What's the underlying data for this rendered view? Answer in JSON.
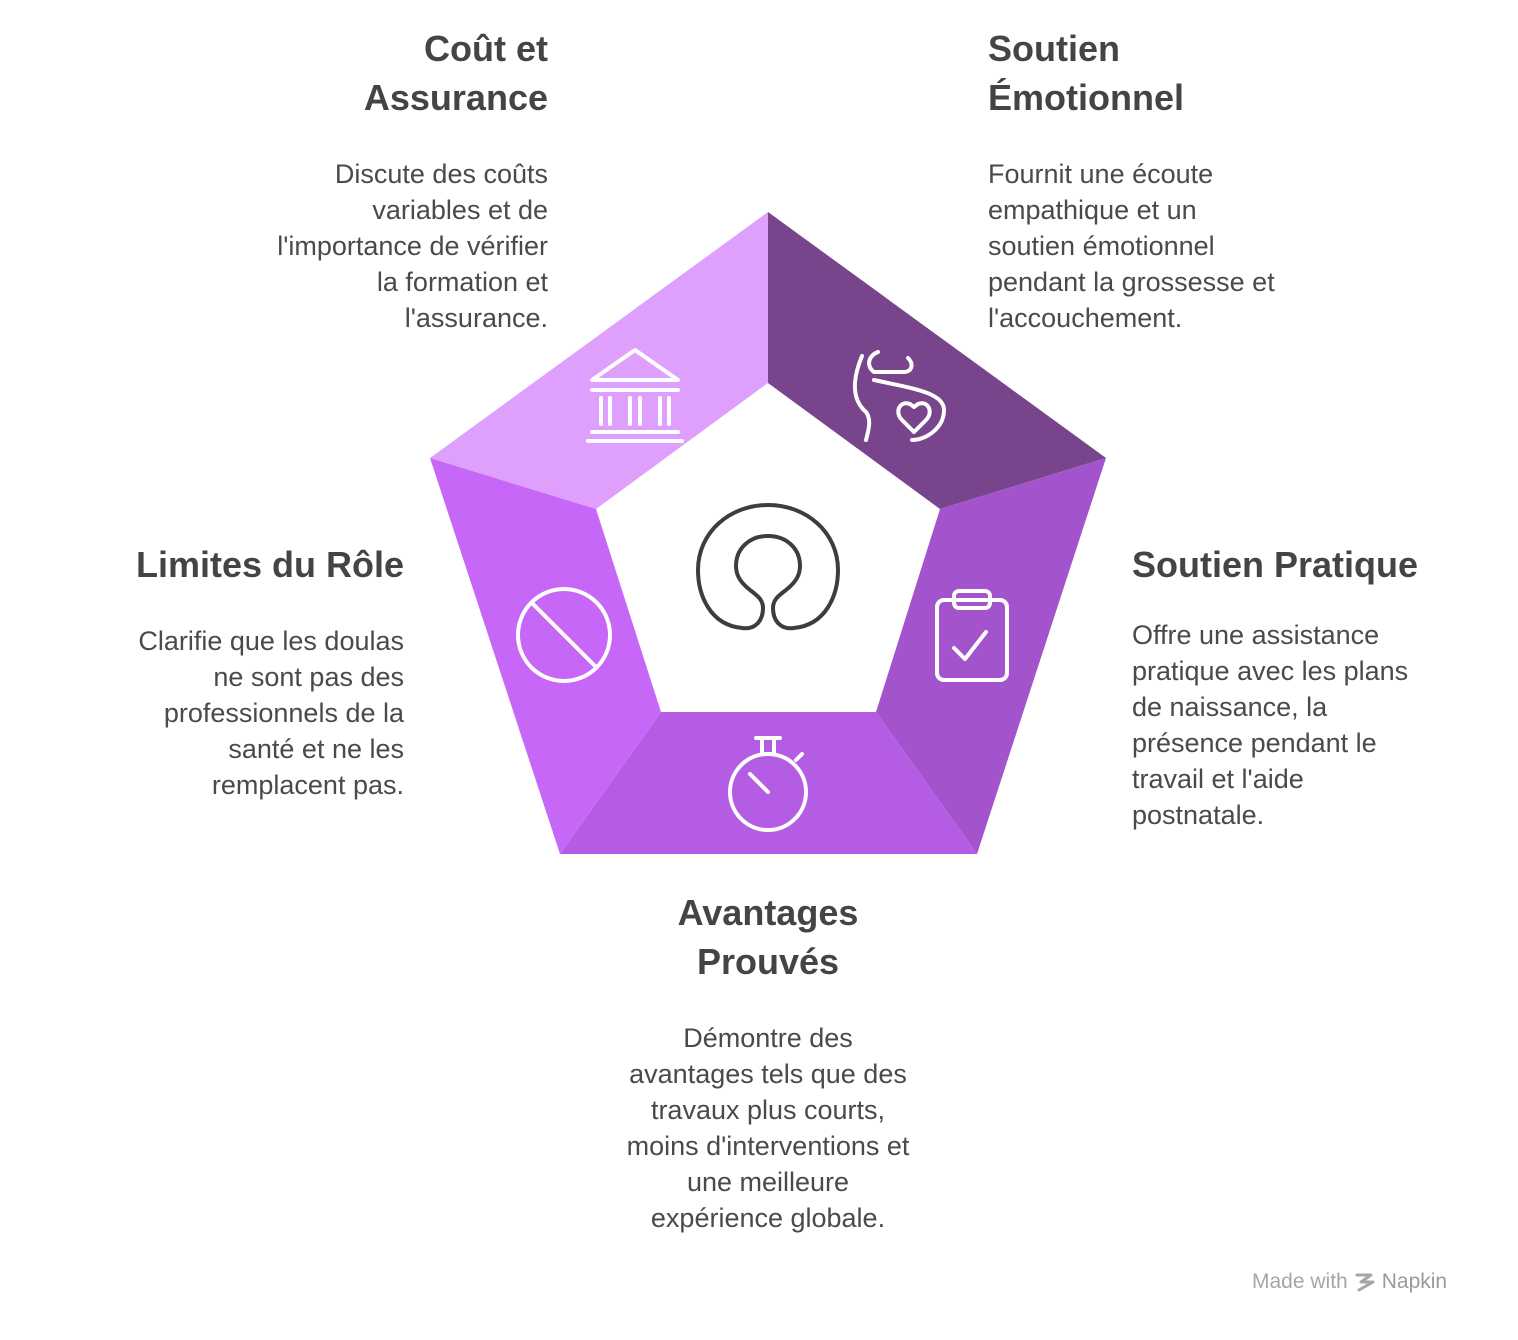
{
  "sections": {
    "cost": {
      "title_line1": "Coût et",
      "title_line2": "Assurance",
      "desc": [
        "Discute des coûts",
        "variables et de",
        "l'importance de vérifier",
        "la formation et",
        "l'assurance."
      ],
      "icon": "bank-icon",
      "color": "#dfa0fd"
    },
    "emotional": {
      "title_line1": "Soutien",
      "title_line2": "Émotionnel",
      "desc": [
        "Fournit une écoute",
        "empathique et un",
        "soutien émotionnel",
        "pendant la grossesse et",
        "l'accouchement."
      ],
      "icon": "pregnancy-heart-icon",
      "color": "#78458d"
    },
    "practical": {
      "title": "Soutien Pratique",
      "desc": [
        "Offre une assistance",
        "pratique avec les plans",
        "de naissance, la",
        "présence pendant le",
        "travail et l'aide",
        "postnatale."
      ],
      "icon": "clipboard-check-icon",
      "color": "#a354cc"
    },
    "benefits": {
      "title_line1": "Avantages",
      "title_line2": "Prouvés",
      "desc": [
        "Démontre des",
        "avantages tels que des",
        "travaux plus courts,",
        "moins d'interventions et",
        "une meilleure",
        "expérience globale."
      ],
      "icon": "stopwatch-icon",
      "color": "#b55ce5"
    },
    "limits": {
      "title": "Limites du Rôle",
      "desc": [
        "Clarifie que les doulas",
        "ne sont pas des",
        "professionnels de la",
        "santé et ne les",
        "remplacent pas."
      ],
      "icon": "prohibited-icon",
      "color": "#c767f8"
    }
  },
  "center_icon": "neck-pillow-icon",
  "footer": {
    "made_with": "Made with",
    "brand": "Napkin"
  }
}
